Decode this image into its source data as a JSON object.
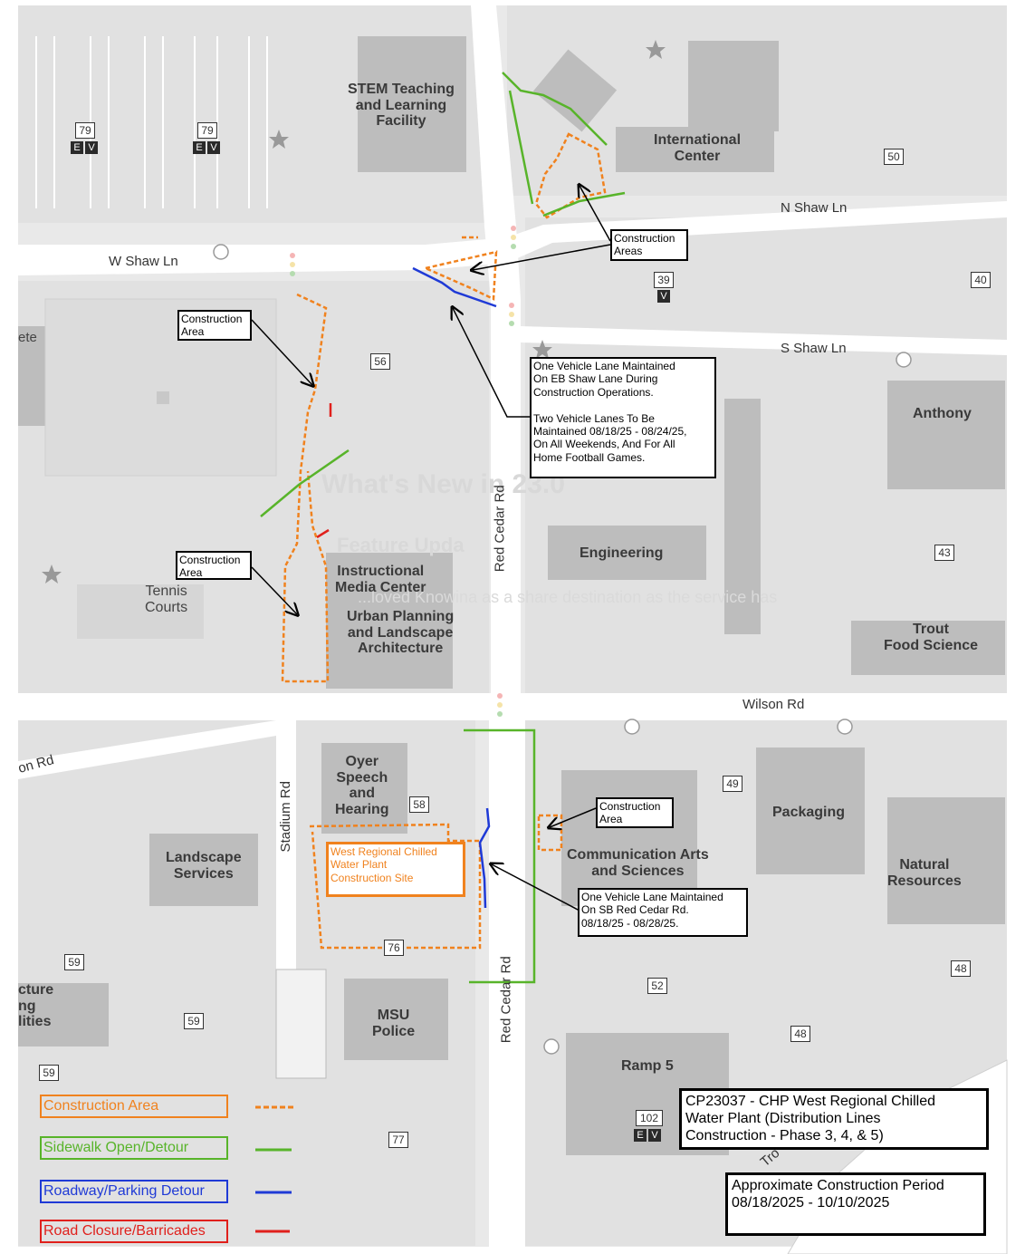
{
  "colors": {
    "construction": "#f0821e",
    "sidewalk": "#58b42a",
    "roadway": "#1f3ad6",
    "closure": "#e0201c"
  },
  "roads": {
    "w_shaw": "W Shaw Ln",
    "n_shaw": "N Shaw Ln",
    "s_shaw": "S Shaw Ln",
    "red_cedar_north": "Red Cedar Rd",
    "red_cedar_south": "Red Cedar Rd",
    "wilson": "Wilson Rd",
    "stadium": "Stadium Rd",
    "on_rd": "on Rd"
  },
  "buildings": {
    "stem": "STEM Teaching\nand Learning\nFacility",
    "international": "International\nCenter",
    "anthony": "Anthony",
    "engineering": "Engineering",
    "trout": "Trout\nFood Science",
    "imc": "Instructional\nMedia Center",
    "urban": "Urban Planning\nand Landscape\nArchitecture",
    "tennis": "Tennis\nCourts",
    "oyer": "Oyer\nSpeech\nand\nHearing",
    "landscape": "Landscape\nServices",
    "comm_arts": "Communication Arts\nand Sciences",
    "packaging": "Packaging",
    "natural": "Natural\nResources",
    "msu_police": "MSU\nPolice",
    "ramp5": "Ramp 5",
    "facilities": "cture\nng\nlities",
    "ete": "ete",
    "tro": "Tro"
  },
  "lots": {
    "l79a": "79",
    "l79b": "79",
    "l50": "50",
    "l39": "39",
    "l40": "40",
    "l56": "56",
    "l43": "43",
    "l49": "49",
    "l58": "58",
    "l76": "76",
    "l59a": "59",
    "l59b": "59",
    "l59c": "59",
    "l52": "52",
    "l48a": "48",
    "l48b": "48",
    "l77": "77",
    "l102": "102"
  },
  "permits": {
    "e": "E",
    "v": "V"
  },
  "callouts": {
    "areas": "Construction\nAreas",
    "area_nw": "Construction\nArea",
    "area_w": "Construction\nArea",
    "area_comm": "Construction\nArea",
    "shaw_lane": "One Vehicle Lane Maintained\nOn EB Shaw Lane During\nConstruction Operations.\n\nTwo Vehicle Lanes To Be\nMaintained 08/18/25 - 08/24/25,\nOn All Weekends, And For All\nHome Football Games.",
    "red_cedar_lane": "One Vehicle Lane Maintained\nOn SB Red Cedar Rd.\n08/18/25 -  08/28/25.",
    "site": "West Regional Chilled\nWater Plant\nConstruction Site"
  },
  "legend": {
    "construction": "Construction Area",
    "sidewalk": "Sidewalk Open/Detour",
    "roadway": "Roadway/Parking Detour",
    "closure": "Road Closure/Barricades"
  },
  "project": {
    "title": "CP23037 - CHP West Regional Chilled\nWater Plant (Distribution Lines\nConstruction - Phase 3, 4, & 5)",
    "period": "Approximate Construction Period\n08/18/2025 - 10/10/2025"
  },
  "watermark": {
    "whats_new": "What's New in 23.0",
    "feature": "Feature Upda",
    "body": "...loved Knowina as a share destination as the service has"
  }
}
